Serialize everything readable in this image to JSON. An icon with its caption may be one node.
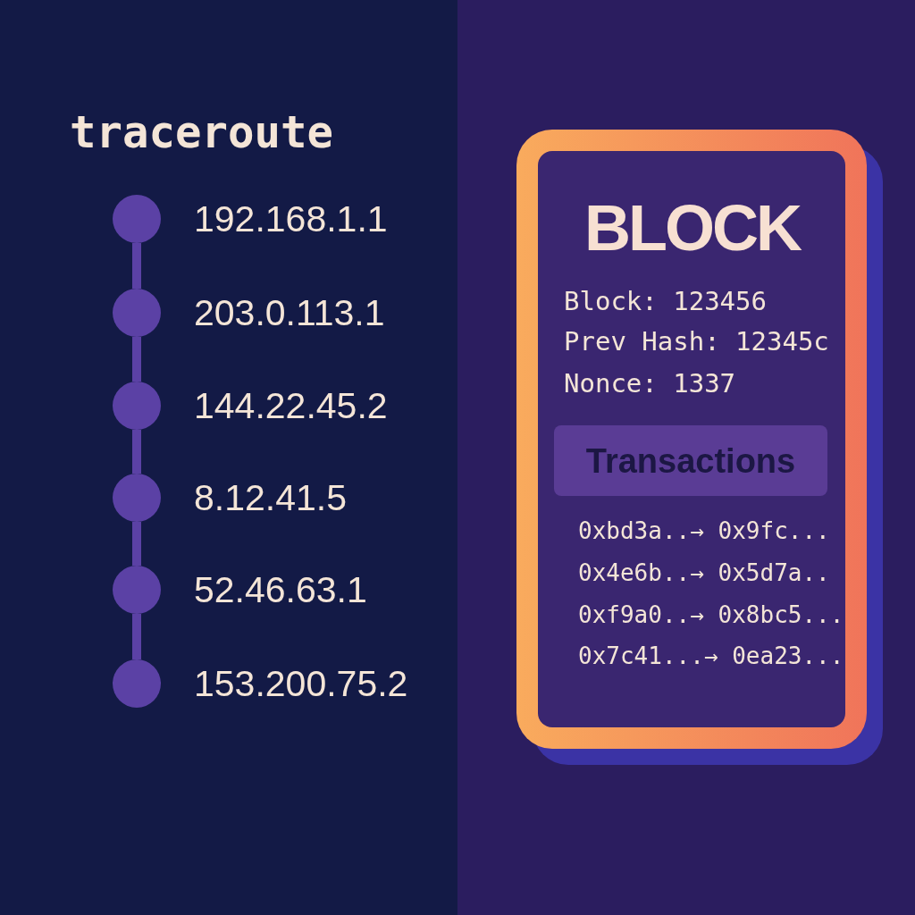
{
  "diagram": {
    "title": "traceroute",
    "nodes": [
      {
        "text": [],
        "shape": "circle",
        "beside": [
          "192.168.1.1"
        ]
      },
      {
        "text": [],
        "shape": "circle",
        "beside": [
          "203.0.113.1"
        ]
      },
      {
        "text": [],
        "shape": "circle",
        "beside": [
          "144.22.45.2"
        ]
      },
      {
        "text": [],
        "shape": "circle",
        "beside": [
          "8.12.41.5"
        ]
      },
      {
        "text": [],
        "shape": "circle",
        "beside": [
          "52.46.63.1"
        ]
      },
      {
        "text": [],
        "shape": "circle",
        "beside": [
          "153.200.75.2"
        ]
      },
      {
        "text": [
          "BLOCK",
          "Block: 123456",
          "Prev Hash: 12345c",
          "Nonce: 1337",
          "0xbd3a..→ 0x9fc...",
          "0x4e6b..→ 0x5d7a..",
          "0xf9a0..→ 0x8bc5...",
          "0x7c41...→ 0ea23..."
        ]
      },
      {
        "text": [
          "Transactions"
        ],
        "in": 6
      }
    ],
    "edges": [
      {
        "from": 0,
        "to": 1,
        "arrow": "none"
      },
      {
        "from": 1,
        "to": 2,
        "arrow": "none"
      },
      {
        "from": 2,
        "to": 3,
        "arrow": "none"
      },
      {
        "from": 3,
        "to": 4,
        "arrow": "none"
      },
      {
        "from": 4,
        "to": 5,
        "arrow": "none"
      }
    ]
  }
}
